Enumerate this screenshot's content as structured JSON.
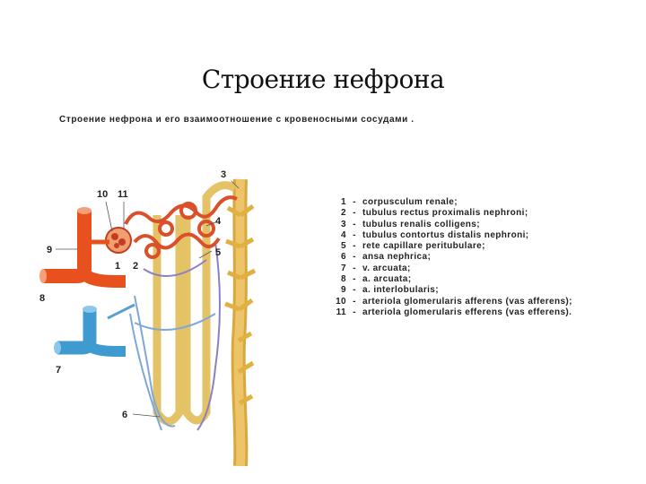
{
  "slide": {
    "title": "Строение нефрона",
    "caption": "Строение нефрона и его взаимоотношение с кровеносными сосудами ."
  },
  "diagram": {
    "labels": [
      "1",
      "2",
      "3",
      "4",
      "5",
      "6",
      "7",
      "8",
      "9",
      "10",
      "11"
    ],
    "colors": {
      "artery": "#e8501e",
      "vein": "#3f9ad0",
      "tubule": "#e8c870",
      "collecting_duct": "#e0b040"
    }
  },
  "legend": [
    {
      "num": "1",
      "text": "corpusculum renale;"
    },
    {
      "num": "2",
      "text": "tubulus rectus proximalis nephroni;"
    },
    {
      "num": "3",
      "text": "tubulus renalis colligens;"
    },
    {
      "num": "4",
      "text": "tubulus contortus distalis nephroni;"
    },
    {
      "num": "5",
      "text": "rete capillare peritubulare;"
    },
    {
      "num": "6",
      "text": "ansa nephrica;"
    },
    {
      "num": "7",
      "text": "v. arcuata;"
    },
    {
      "num": "8",
      "text": "a. arcuata;"
    },
    {
      "num": "9",
      "text": "a. interlobularis;"
    },
    {
      "num": "10",
      "text": "arteriola glomerularis afferens (vas afferens);"
    },
    {
      "num": "11",
      "text": "arteriola glomerularis efferens (vas efferens)."
    }
  ]
}
